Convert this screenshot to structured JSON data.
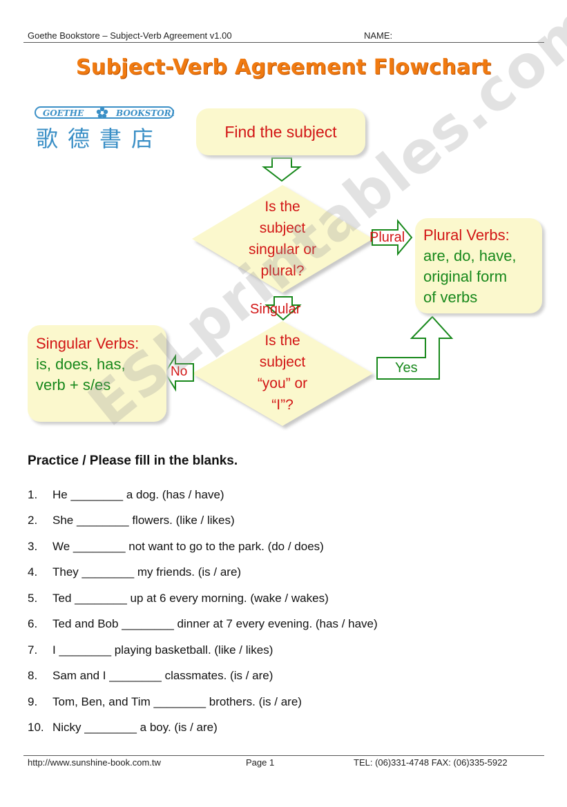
{
  "header": {
    "left": "Goethe Bookstore – Subject-Verb Agreement v1.00",
    "name_label": "NAME:"
  },
  "title": "Subject-Verb Agreement Flowchart",
  "logo": {
    "english": "GOETHE BOOKSTORE",
    "chinese": "歌德書店"
  },
  "flowchart": {
    "start": "Find the subject",
    "decision1": [
      "Is the",
      "subject",
      "singular or",
      "plural?"
    ],
    "label_plural": "Plural",
    "label_singular": "Singular",
    "plural_box": {
      "title": "Plural Verbs:",
      "lines": [
        "are, do, have,",
        "original form",
        "of verbs"
      ]
    },
    "decision2": [
      "Is the",
      "subject",
      "“you” or",
      "“I”?"
    ],
    "label_no": "No",
    "label_yes": "Yes",
    "singular_box": {
      "title": "Singular Verbs:",
      "lines": [
        "is, does, has,",
        "verb + s/es"
      ]
    },
    "colors": {
      "box_fill": "#fbf8cd",
      "red_text": "#d21515",
      "green_text": "#17881b",
      "title_orange": "#f07a10"
    }
  },
  "practice": {
    "heading": "Practice / Please fill in the blanks.",
    "items": [
      {
        "num": "1.",
        "text": "He ________ a dog. (has / have)"
      },
      {
        "num": "2.",
        "text": "She ________ flowers. (like / likes)"
      },
      {
        "num": "3.",
        "text": "We ________ not want to go to the park. (do / does)"
      },
      {
        "num": "4.",
        "text": "They ________ my friends. (is / are)"
      },
      {
        "num": "5.",
        "text": "Ted ________ up at 6 every morning. (wake / wakes)"
      },
      {
        "num": "6.",
        "text": "Ted and Bob ________ dinner at 7 every evening. (has / have)"
      },
      {
        "num": "7.",
        "text": "I ________ playing basketball. (like / likes)"
      },
      {
        "num": "8.",
        "text": "Sam and I ________ classmates. (is / are)"
      },
      {
        "num": "9.",
        "text": "Tom, Ben, and Tim ________ brothers. (is / are)"
      },
      {
        "num": "10.",
        "text": "Nicky ________ a boy. (is / are)"
      }
    ]
  },
  "footer": {
    "url": "http://www.sunshine-book.com.tw",
    "page": "Page 1",
    "contact": "TEL: (06)331-4748 FAX: (06)335-5922"
  },
  "watermark": "ESLprintables.com"
}
